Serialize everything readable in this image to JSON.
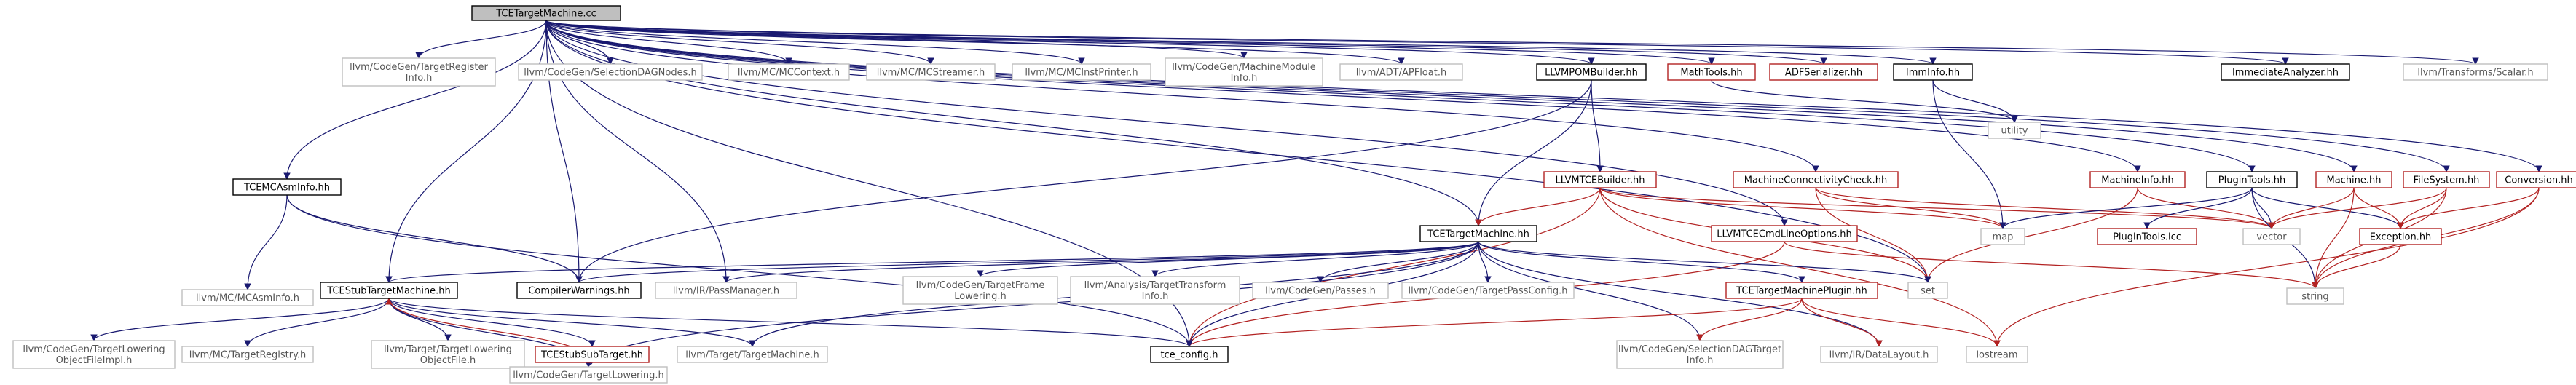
{
  "colors": {
    "navy": "#191970",
    "firebrick": "#b22222",
    "grey_border": "#bfbfbf",
    "grey_text": "#555555",
    "root_fill": "#bfbfbf",
    "node_fill": "#ffffff"
  },
  "nodes": [
    {
      "id": "root",
      "lines": [
        "TCETargetMachine.cc"
      ],
      "style": "root"
    },
    {
      "id": "treg",
      "lines": [
        "llvm/CodeGen/TargetRegister",
        "Info.h"
      ],
      "style": "ext"
    },
    {
      "id": "seldag",
      "lines": [
        "llvm/CodeGen/SelectionDAGNodes.h"
      ],
      "style": "ext"
    },
    {
      "id": "mcctx",
      "lines": [
        "llvm/MC/MCContext.h"
      ],
      "style": "ext"
    },
    {
      "id": "mcstr",
      "lines": [
        "llvm/MC/MCStreamer.h"
      ],
      "style": "ext"
    },
    {
      "id": "mcinst",
      "lines": [
        "llvm/MC/MCInstPrinter.h"
      ],
      "style": "ext"
    },
    {
      "id": "mmi",
      "lines": [
        "llvm/CodeGen/MachineModule",
        "Info.h"
      ],
      "style": "ext"
    },
    {
      "id": "apfloat",
      "lines": [
        "llvm/ADT/APFloat.h"
      ],
      "style": "ext"
    },
    {
      "id": "llvmpom",
      "lines": [
        "LLVMPOMBuilder.hh"
      ],
      "style": "doc"
    },
    {
      "id": "mathtools",
      "lines": [
        "MathTools.hh"
      ],
      "style": "red"
    },
    {
      "id": "adfser",
      "lines": [
        "ADFSerializer.hh"
      ],
      "style": "red"
    },
    {
      "id": "imminfo",
      "lines": [
        "ImmInfo.hh"
      ],
      "style": "doc"
    },
    {
      "id": "immanal",
      "lines": [
        "ImmediateAnalyzer.hh"
      ],
      "style": "doc"
    },
    {
      "id": "scalar",
      "lines": [
        "llvm/Transforms/Scalar.h"
      ],
      "style": "ext"
    },
    {
      "id": "tcemcasm",
      "lines": [
        "TCEMCAsmInfo.hh"
      ],
      "style": "doc"
    },
    {
      "id": "llvmtceb",
      "lines": [
        "LLVMTCEBuilder.hh"
      ],
      "style": "red"
    },
    {
      "id": "utility",
      "lines": [
        "utility"
      ],
      "style": "ext"
    },
    {
      "id": "mcc",
      "lines": [
        "MachineConnectivityCheck.hh"
      ],
      "style": "red"
    },
    {
      "id": "machinfo",
      "lines": [
        "MachineInfo.hh"
      ],
      "style": "red"
    },
    {
      "id": "plugintools",
      "lines": [
        "PluginTools.hh"
      ],
      "style": "doc"
    },
    {
      "id": "machine",
      "lines": [
        "Machine.hh"
      ],
      "style": "red"
    },
    {
      "id": "filesystem",
      "lines": [
        "FileSystem.hh"
      ],
      "style": "red"
    },
    {
      "id": "conversion",
      "lines": [
        "Conversion.hh"
      ],
      "style": "red"
    },
    {
      "id": "tcetm",
      "lines": [
        "TCETargetMachine.hh"
      ],
      "style": "doc"
    },
    {
      "id": "map",
      "lines": [
        "map"
      ],
      "style": "ext"
    },
    {
      "id": "llvmcmd",
      "lines": [
        "LLVMTCECmdLineOptions.hh"
      ],
      "style": "red"
    },
    {
      "id": "plugicc",
      "lines": [
        "PluginTools.icc"
      ],
      "style": "red"
    },
    {
      "id": "vector",
      "lines": [
        "vector"
      ],
      "style": "ext"
    },
    {
      "id": "exception",
      "lines": [
        "Exception.hh"
      ],
      "style": "red"
    },
    {
      "id": "mcasminfo",
      "lines": [
        "llvm/MC/MCAsmInfo.h"
      ],
      "style": "ext"
    },
    {
      "id": "tcestub",
      "lines": [
        "TCEStubTargetMachine.hh"
      ],
      "style": "doc"
    },
    {
      "id": "compwarn",
      "lines": [
        "CompilerWarnings.hh"
      ],
      "style": "doc"
    },
    {
      "id": "passmgr",
      "lines": [
        "llvm/IR/PassManager.h"
      ],
      "style": "ext"
    },
    {
      "id": "tfl",
      "lines": [
        "llvm/CodeGen/TargetFrame",
        "Lowering.h"
      ],
      "style": "ext"
    },
    {
      "id": "tti",
      "lines": [
        "llvm/Analysis/TargetTransform",
        "Info.h"
      ],
      "style": "ext"
    },
    {
      "id": "passes",
      "lines": [
        "llvm/CodeGen/Passes.h"
      ],
      "style": "ext"
    },
    {
      "id": "tpc",
      "lines": [
        "llvm/CodeGen/TargetPassConfig.h"
      ],
      "style": "ext"
    },
    {
      "id": "tceplugin",
      "lines": [
        "TCETargetMachinePlugin.hh"
      ],
      "style": "red"
    },
    {
      "id": "set",
      "lines": [
        "set"
      ],
      "style": "ext"
    },
    {
      "id": "string",
      "lines": [
        "string"
      ],
      "style": "ext"
    },
    {
      "id": "tlof",
      "lines": [
        "llvm/CodeGen/TargetLowering",
        "ObjectFileImpl.h"
      ],
      "style": "ext"
    },
    {
      "id": "treg2",
      "lines": [
        "llvm/MC/TargetRegistry.h"
      ],
      "style": "ext"
    },
    {
      "id": "tlofile",
      "lines": [
        "llvm/Target/TargetLowering",
        "ObjectFile.h"
      ],
      "style": "ext"
    },
    {
      "id": "tcesub",
      "lines": [
        "TCEStubSubTarget.hh"
      ],
      "style": "red"
    },
    {
      "id": "ttm",
      "lines": [
        "llvm/Target/TargetMachine.h"
      ],
      "style": "ext"
    },
    {
      "id": "tceconfig",
      "lines": [
        "tce_config.h"
      ],
      "style": "doc"
    },
    {
      "id": "sdti",
      "lines": [
        "llvm/CodeGen/SelectionDAGTarget",
        "Info.h"
      ],
      "style": "ext"
    },
    {
      "id": "datalayout",
      "lines": [
        "llvm/IR/DataLayout.h"
      ],
      "style": "ext"
    },
    {
      "id": "iostream",
      "lines": [
        "iostream"
      ],
      "style": "ext"
    },
    {
      "id": "tl",
      "lines": [
        "llvm/CodeGen/TargetLowering.h"
      ],
      "style": "ext"
    }
  ]
}
